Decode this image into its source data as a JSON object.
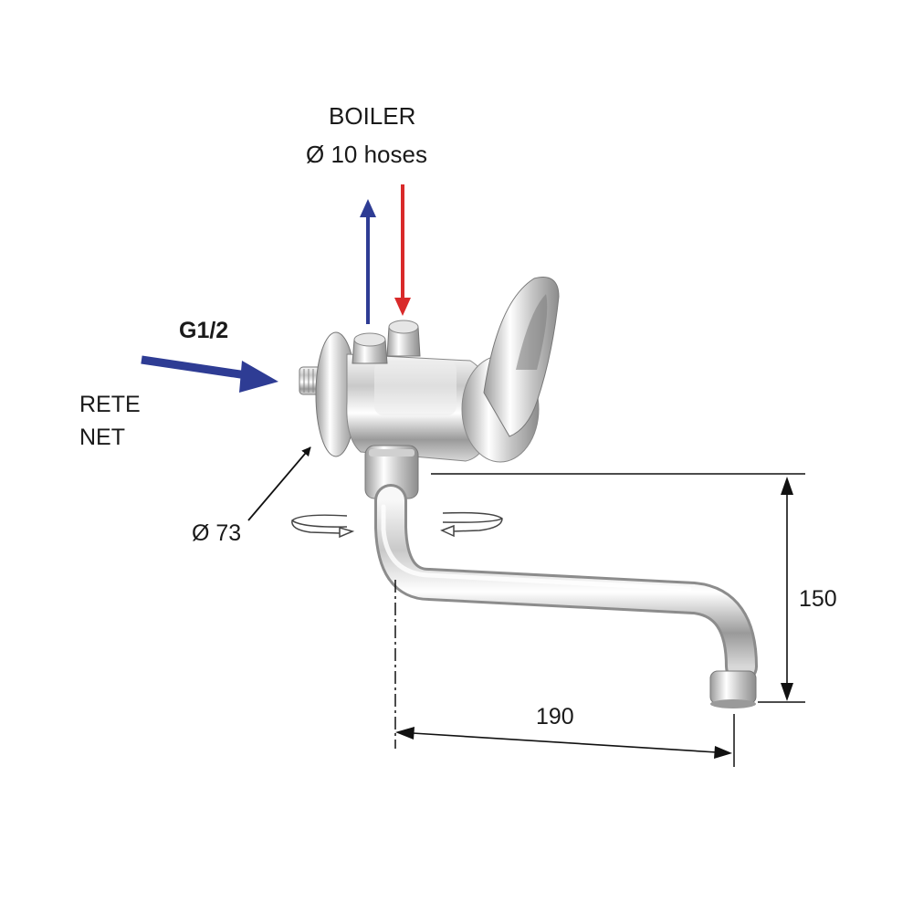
{
  "labels": {
    "boiler": "BOILER",
    "hose_diameter": "Ø 10 hoses",
    "thread_size": "G1/2",
    "rete": "RETE",
    "net": "NET",
    "rosette_diameter": "Ø 73",
    "height_dimension": "150",
    "reach_dimension": "190"
  },
  "colors": {
    "cold_arrow": "#2e3c94",
    "hot_arrow": "#d92a2a",
    "line": "#111111"
  },
  "icons": {
    "swivel_left": "rotation-arrow-icon",
    "swivel_right": "rotation-arrow-icon"
  }
}
